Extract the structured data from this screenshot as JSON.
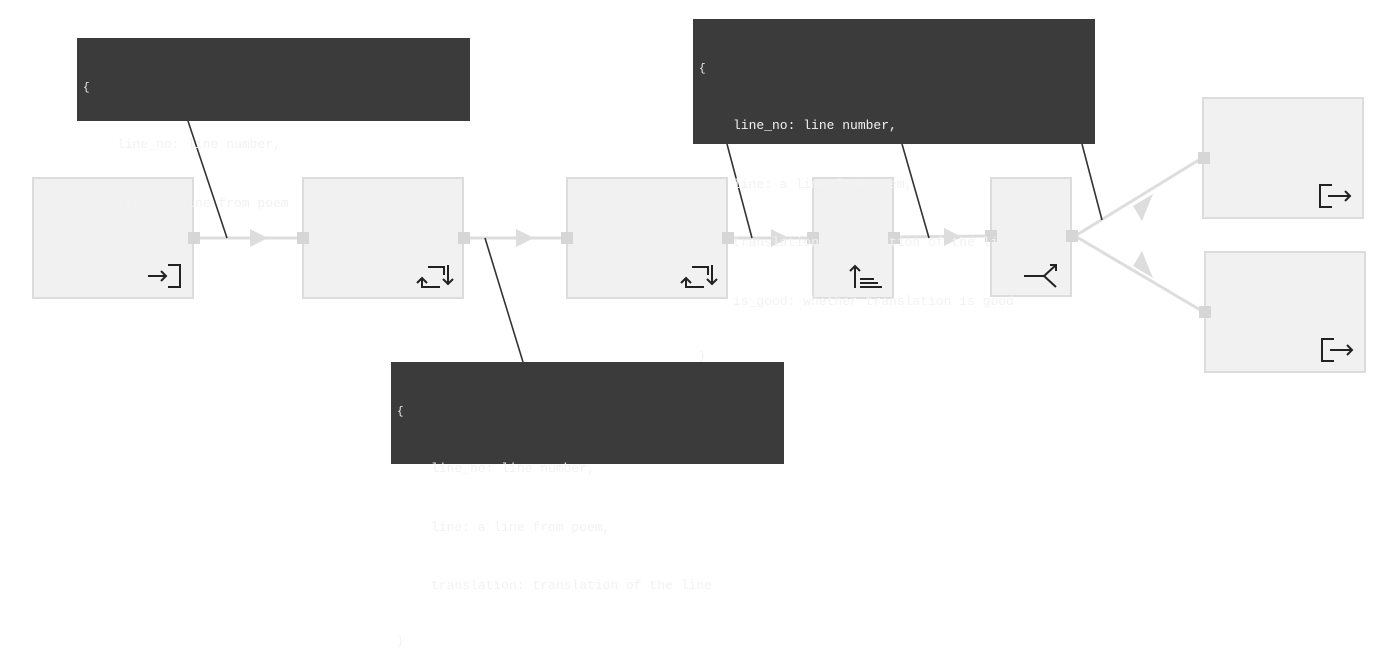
{
  "colors": {
    "node_fill": "#f1f1f1",
    "node_border": "#dcdcdc",
    "port": "#d6d6d6",
    "edge": "#dddddd",
    "tooltip_bg": "#3b3b3b",
    "tooltip_text": "#f2f2f2",
    "leader_line": "#333333",
    "icon": "#222222"
  },
  "nodes": [
    {
      "id": "input",
      "icon": "input-icon"
    },
    {
      "id": "map-1",
      "icon": "transform-icon"
    },
    {
      "id": "map-2",
      "icon": "transform-icon"
    },
    {
      "id": "sort",
      "icon": "sort-icon"
    },
    {
      "id": "split",
      "icon": "split-icon"
    },
    {
      "id": "output-1",
      "icon": "output-icon"
    },
    {
      "id": "output-2",
      "icon": "output-icon"
    }
  ],
  "schemas": [
    {
      "open": "{",
      "fields": [
        "line_no: line number,",
        "line: a line from poem"
      ],
      "close": "}"
    },
    {
      "open": "{",
      "fields": [
        "line_no: line number,",
        "line: a line from poem,",
        "translation: translation of the line"
      ],
      "close": "}"
    },
    {
      "open": "{",
      "fields": [
        "line_no: line number,",
        "line: a line from poem,",
        "translation: translation of the line,",
        "is_good: whether translation is good"
      ],
      "close": "}"
    }
  ]
}
